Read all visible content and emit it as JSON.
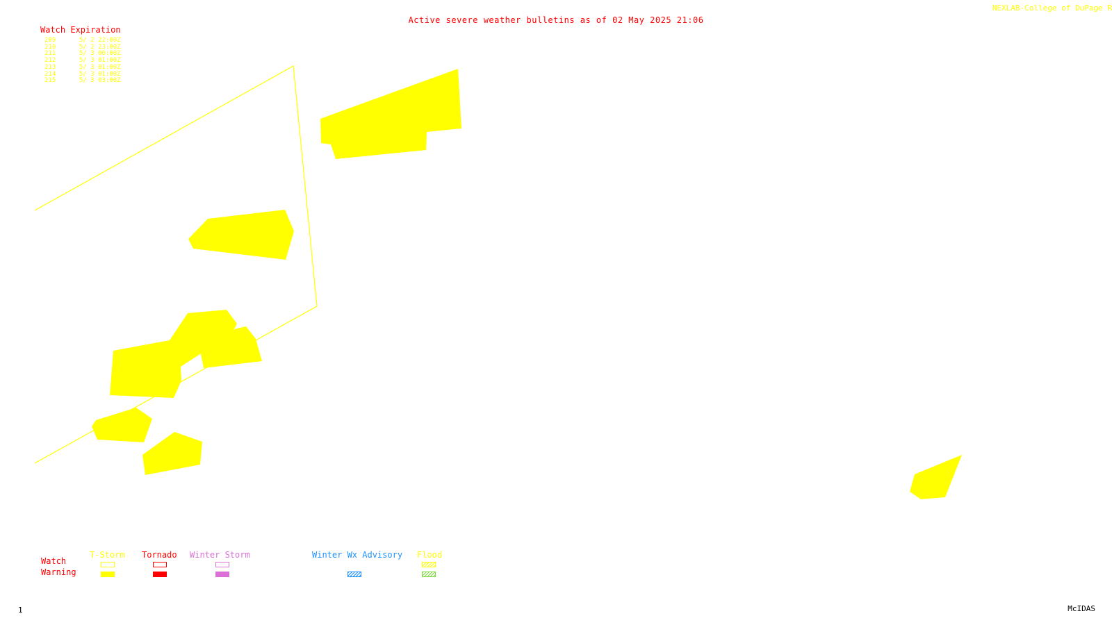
{
  "header": {
    "title": "Active severe weather bulletins as of 02 May 2025 21:06",
    "credit": "NEXLAB-College of DuPage R"
  },
  "watch_table": {
    "heading": "Watch Expiration",
    "rows": [
      {
        "number": "209",
        "expires": "5/ 2 22:00Z"
      },
      {
        "number": "210",
        "expires": "5/ 2 23:00Z"
      },
      {
        "number": "211",
        "expires": "5/ 3 00:00Z"
      },
      {
        "number": "212",
        "expires": "5/ 3 01:00Z"
      },
      {
        "number": "213",
        "expires": "5/ 3 01:00Z"
      },
      {
        "number": "214",
        "expires": "5/ 3 01:00Z"
      },
      {
        "number": "215",
        "expires": "5/ 3 03:00Z"
      }
    ]
  },
  "map": {
    "watch_outline_color": "#ffff00",
    "warning_fill_color": "#ffff00"
  },
  "legend": {
    "row_labels": {
      "watch": "Watch",
      "warning": "Warning"
    },
    "columns": [
      {
        "label": "T-Storm",
        "color": "#ffff00"
      },
      {
        "label": "Tornado",
        "color": "#ff0000"
      },
      {
        "label": "Winter Storm",
        "color": "#da70d6"
      },
      {
        "label": "Winter Wx Advisory",
        "color": "#1e90ff"
      },
      {
        "label": "Flood",
        "color": "#ffff00",
        "warning_color": "#7cdc3c"
      }
    ]
  },
  "footer": {
    "frame": "1",
    "software": "McIDAS"
  }
}
